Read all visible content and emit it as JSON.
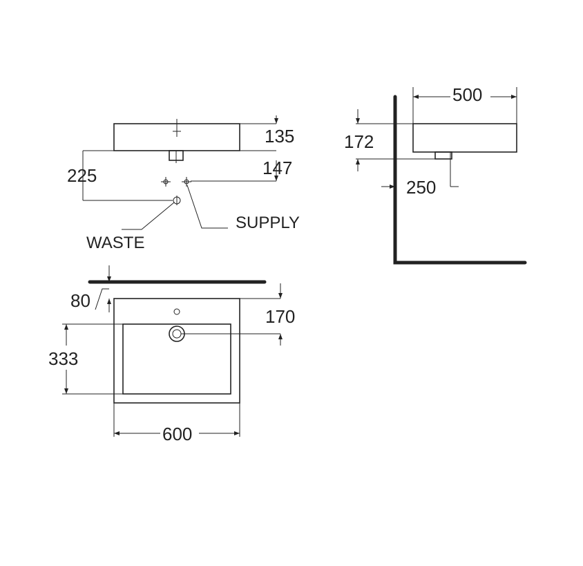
{
  "colors": {
    "ink": "#222222",
    "background": "#ffffff"
  },
  "front_view": {
    "dim_height": "135",
    "dim_supply_height": "147",
    "dim_waste_height": "225",
    "label_supply": "SUPPLY",
    "label_waste": "WASTE"
  },
  "side_view": {
    "dim_depth": "500",
    "dim_height": "172",
    "dim_waste_offset": "250"
  },
  "top_view": {
    "dim_wall_gap": "80",
    "dim_tap_offset": "170",
    "dim_bowl_depth": "333",
    "dim_width": "600"
  }
}
